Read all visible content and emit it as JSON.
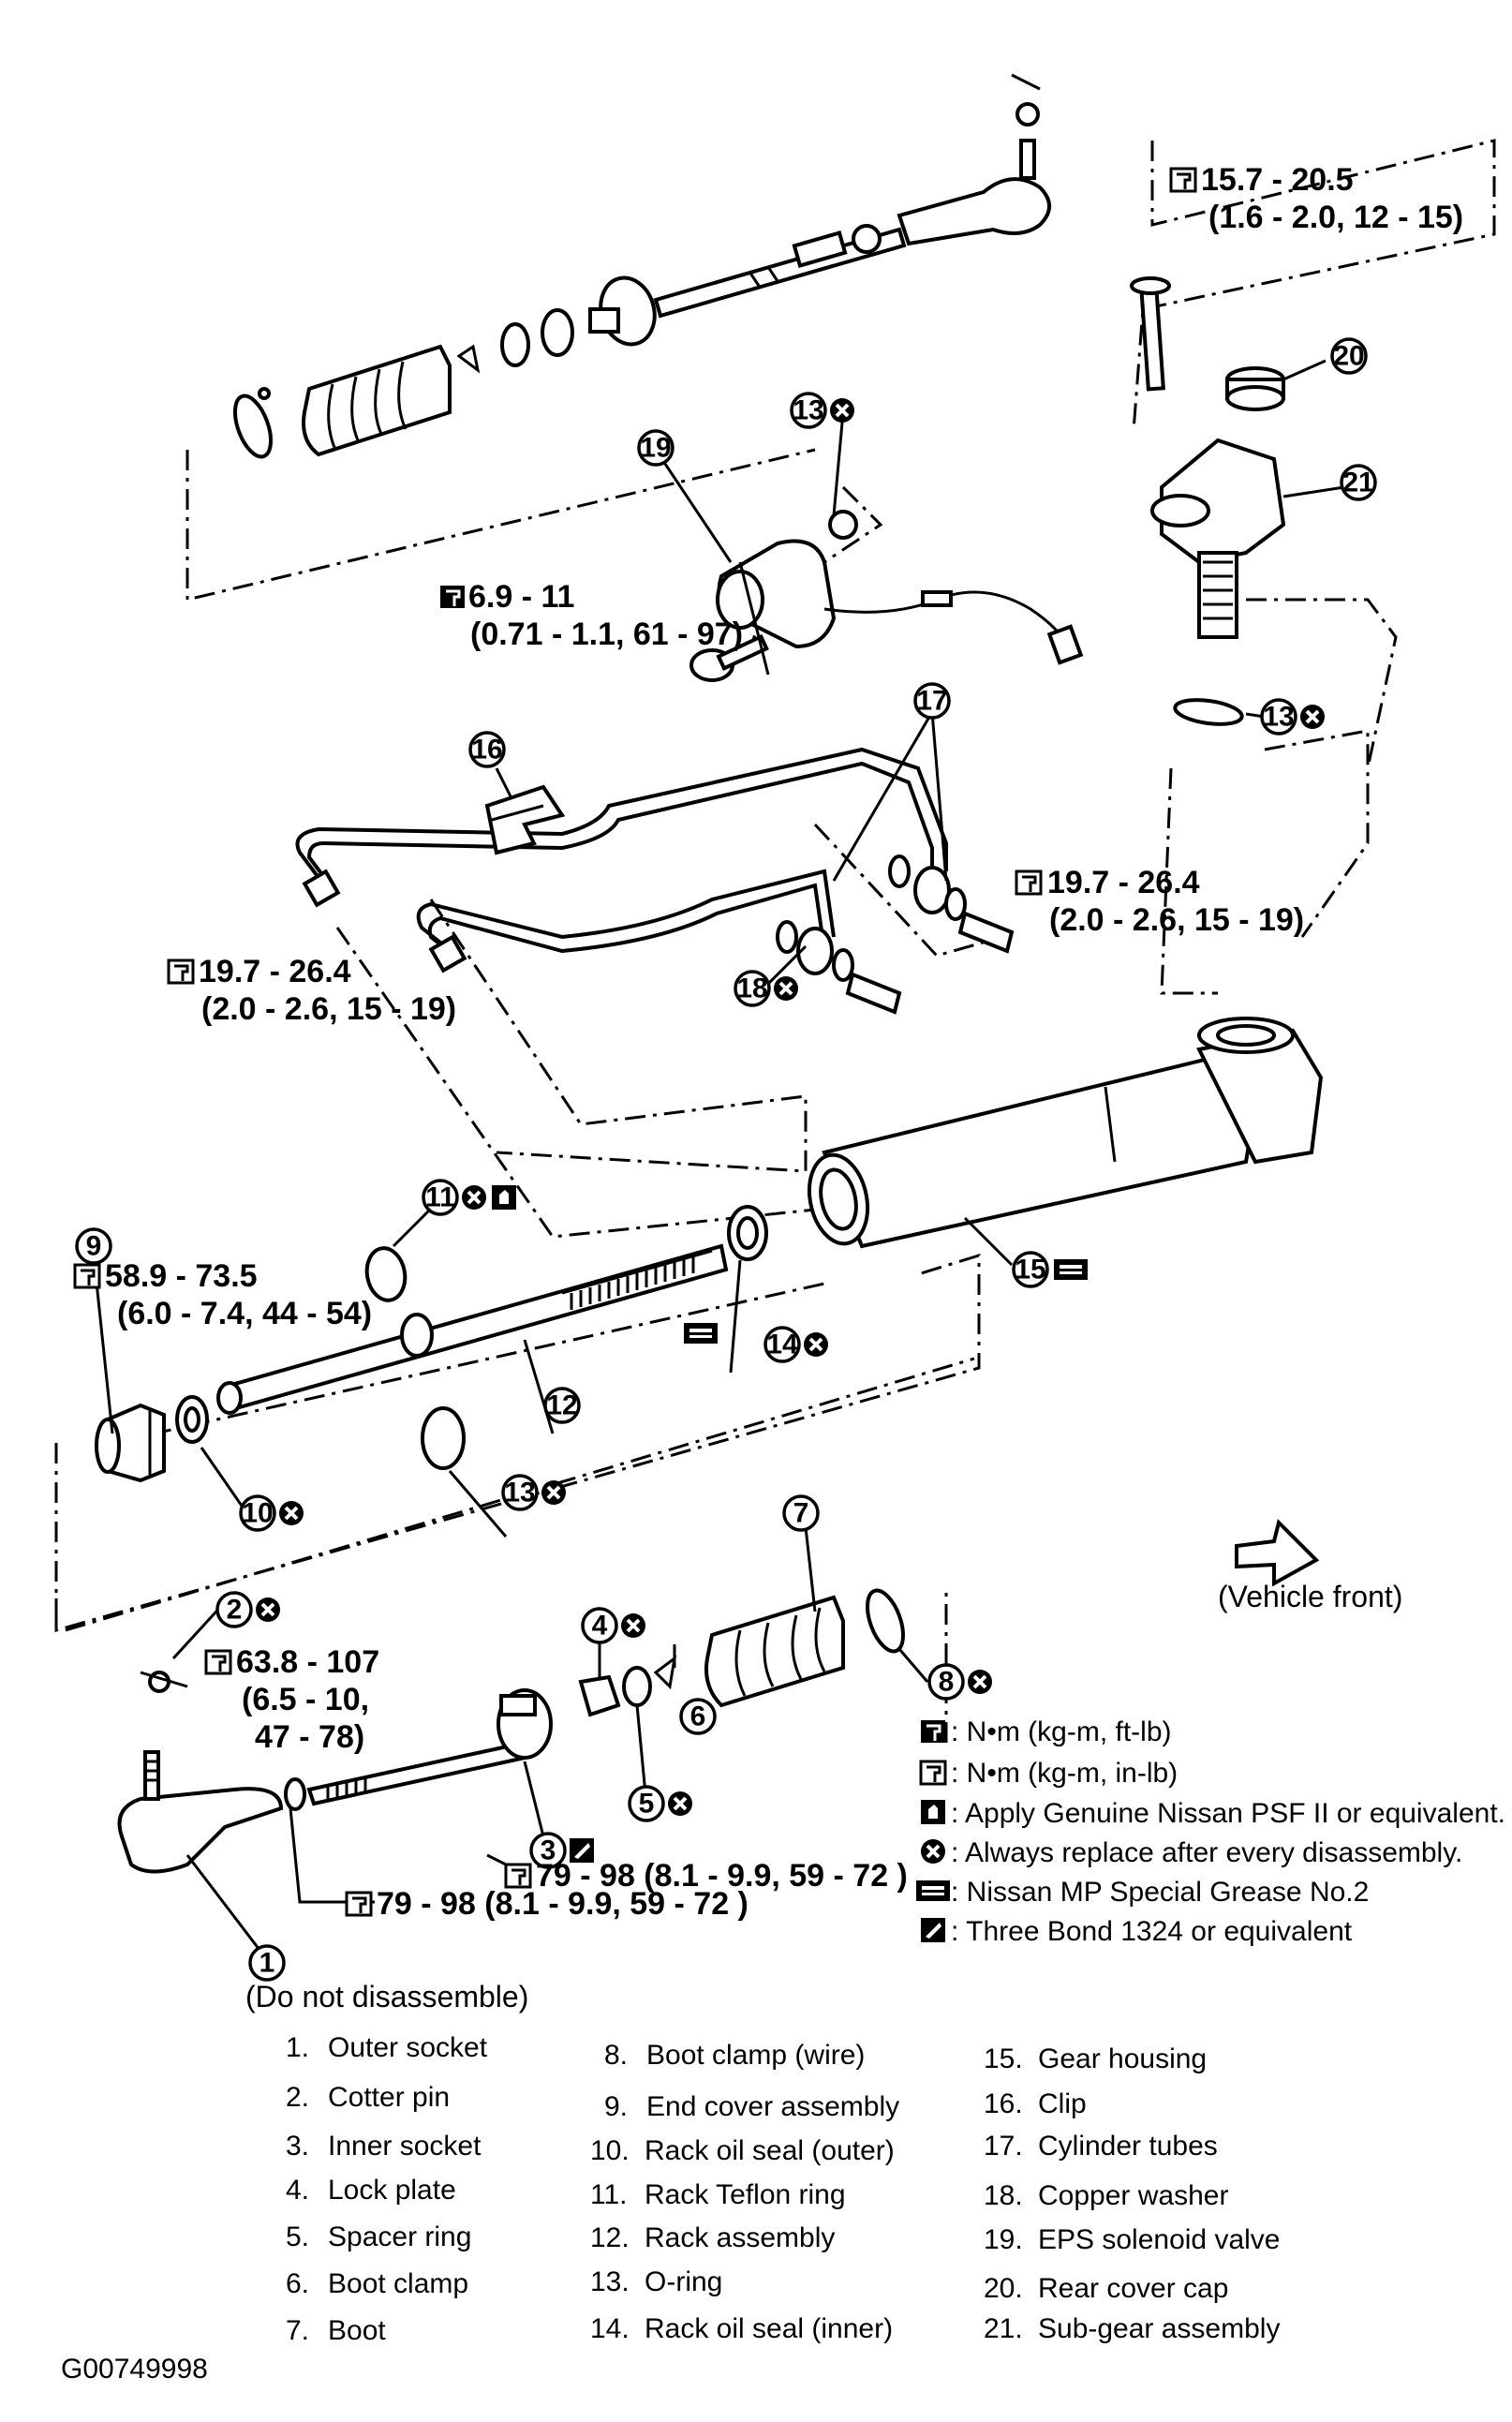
{
  "figure_id": "G00749998",
  "vehicle_front_label": "(Vehicle front)",
  "do_not_disassemble": "(Do not disassemble)",
  "torques": {
    "t_top_line1": "15.7 - 20.5",
    "t_top_line2": "(1.6 - 2.0, 12 - 15)",
    "t_solenoid_line1": "6.9 - 11",
    "t_solenoid_line2": "(0.71 - 1.1, 61 - 97)",
    "t_tube_right_line1": "19.7 - 26.4",
    "t_tube_right_line2": "(2.0 - 2.6, 15 - 19)",
    "t_tube_left_line1": "19.7 - 26.4",
    "t_tube_left_line2": "(2.0 - 2.6, 15 - 19)",
    "t_endcover_line1": "58.9 - 73.5",
    "t_endcover_line2": "(6.0 - 7.4, 44 - 54)",
    "t_outer_line1": "63.8 - 107",
    "t_outer_line2": "(6.5 - 10,",
    "t_outer_line3": "47 - 78)",
    "t_inner_right": "79 - 98 (8.1 - 9.9, 59 - 72 )",
    "t_inner_left": "79 - 98 (8.1 - 9.9, 59 - 72 )"
  },
  "legend": [
    {
      "symbol": "nm-kgm-ftlb-icon",
      "text": ": N•m (kg-m, ft-lb)"
    },
    {
      "symbol": "nm-kgm-inlb-icon",
      "text": ": N•m (kg-m, in-lb)"
    },
    {
      "symbol": "psf-icon",
      "text": ": Apply Genuine Nissan PSF II or equivalent."
    },
    {
      "symbol": "replace-icon",
      "text": ": Always replace after every disassembly."
    },
    {
      "symbol": "grease-icon",
      "text": ": Nissan MP Special Grease No.2"
    },
    {
      "symbol": "threebond-icon",
      "text": ": Three Bond 1324 or equivalent"
    }
  ],
  "parts": [
    {
      "num": "1.",
      "name": "Outer socket"
    },
    {
      "num": "2.",
      "name": "Cotter pin"
    },
    {
      "num": "3.",
      "name": "Inner socket"
    },
    {
      "num": "4.",
      "name": "Lock plate"
    },
    {
      "num": "5.",
      "name": "Spacer ring"
    },
    {
      "num": "6.",
      "name": "Boot clamp"
    },
    {
      "num": "7.",
      "name": "Boot"
    },
    {
      "num": "8.",
      "name": "Boot clamp (wire)"
    },
    {
      "num": "9.",
      "name": "End cover assembly"
    },
    {
      "num": "10.",
      "name": "Rack oil seal (outer)"
    },
    {
      "num": "11.",
      "name": "Rack Teflon ring"
    },
    {
      "num": "12.",
      "name": "Rack assembly"
    },
    {
      "num": "13.",
      "name": "O-ring"
    },
    {
      "num": "14.",
      "name": "Rack oil seal (inner)"
    },
    {
      "num": "15.",
      "name": "Gear housing"
    },
    {
      "num": "16.",
      "name": "Clip"
    },
    {
      "num": "17.",
      "name": "Cylinder tubes"
    },
    {
      "num": "18.",
      "name": "Copper washer"
    },
    {
      "num": "19.",
      "name": "EPS solenoid valve"
    },
    {
      "num": "20.",
      "name": "Rear cover cap"
    },
    {
      "num": "21.",
      "name": "Sub-gear assembly"
    }
  ],
  "callouts": {
    "c1": "1",
    "c2": "2",
    "c3": "3",
    "c4": "4",
    "c5": "5",
    "c6": "6",
    "c7": "7",
    "c8": "8",
    "c9": "9",
    "c10": "10",
    "c11": "11",
    "c12": "12",
    "c13a": "13",
    "c13b": "13",
    "c13c": "13",
    "c14": "14",
    "c15": "15",
    "c16": "16",
    "c17": "17",
    "c18": "18",
    "c19": "19",
    "c20": "20",
    "c21": "21"
  }
}
